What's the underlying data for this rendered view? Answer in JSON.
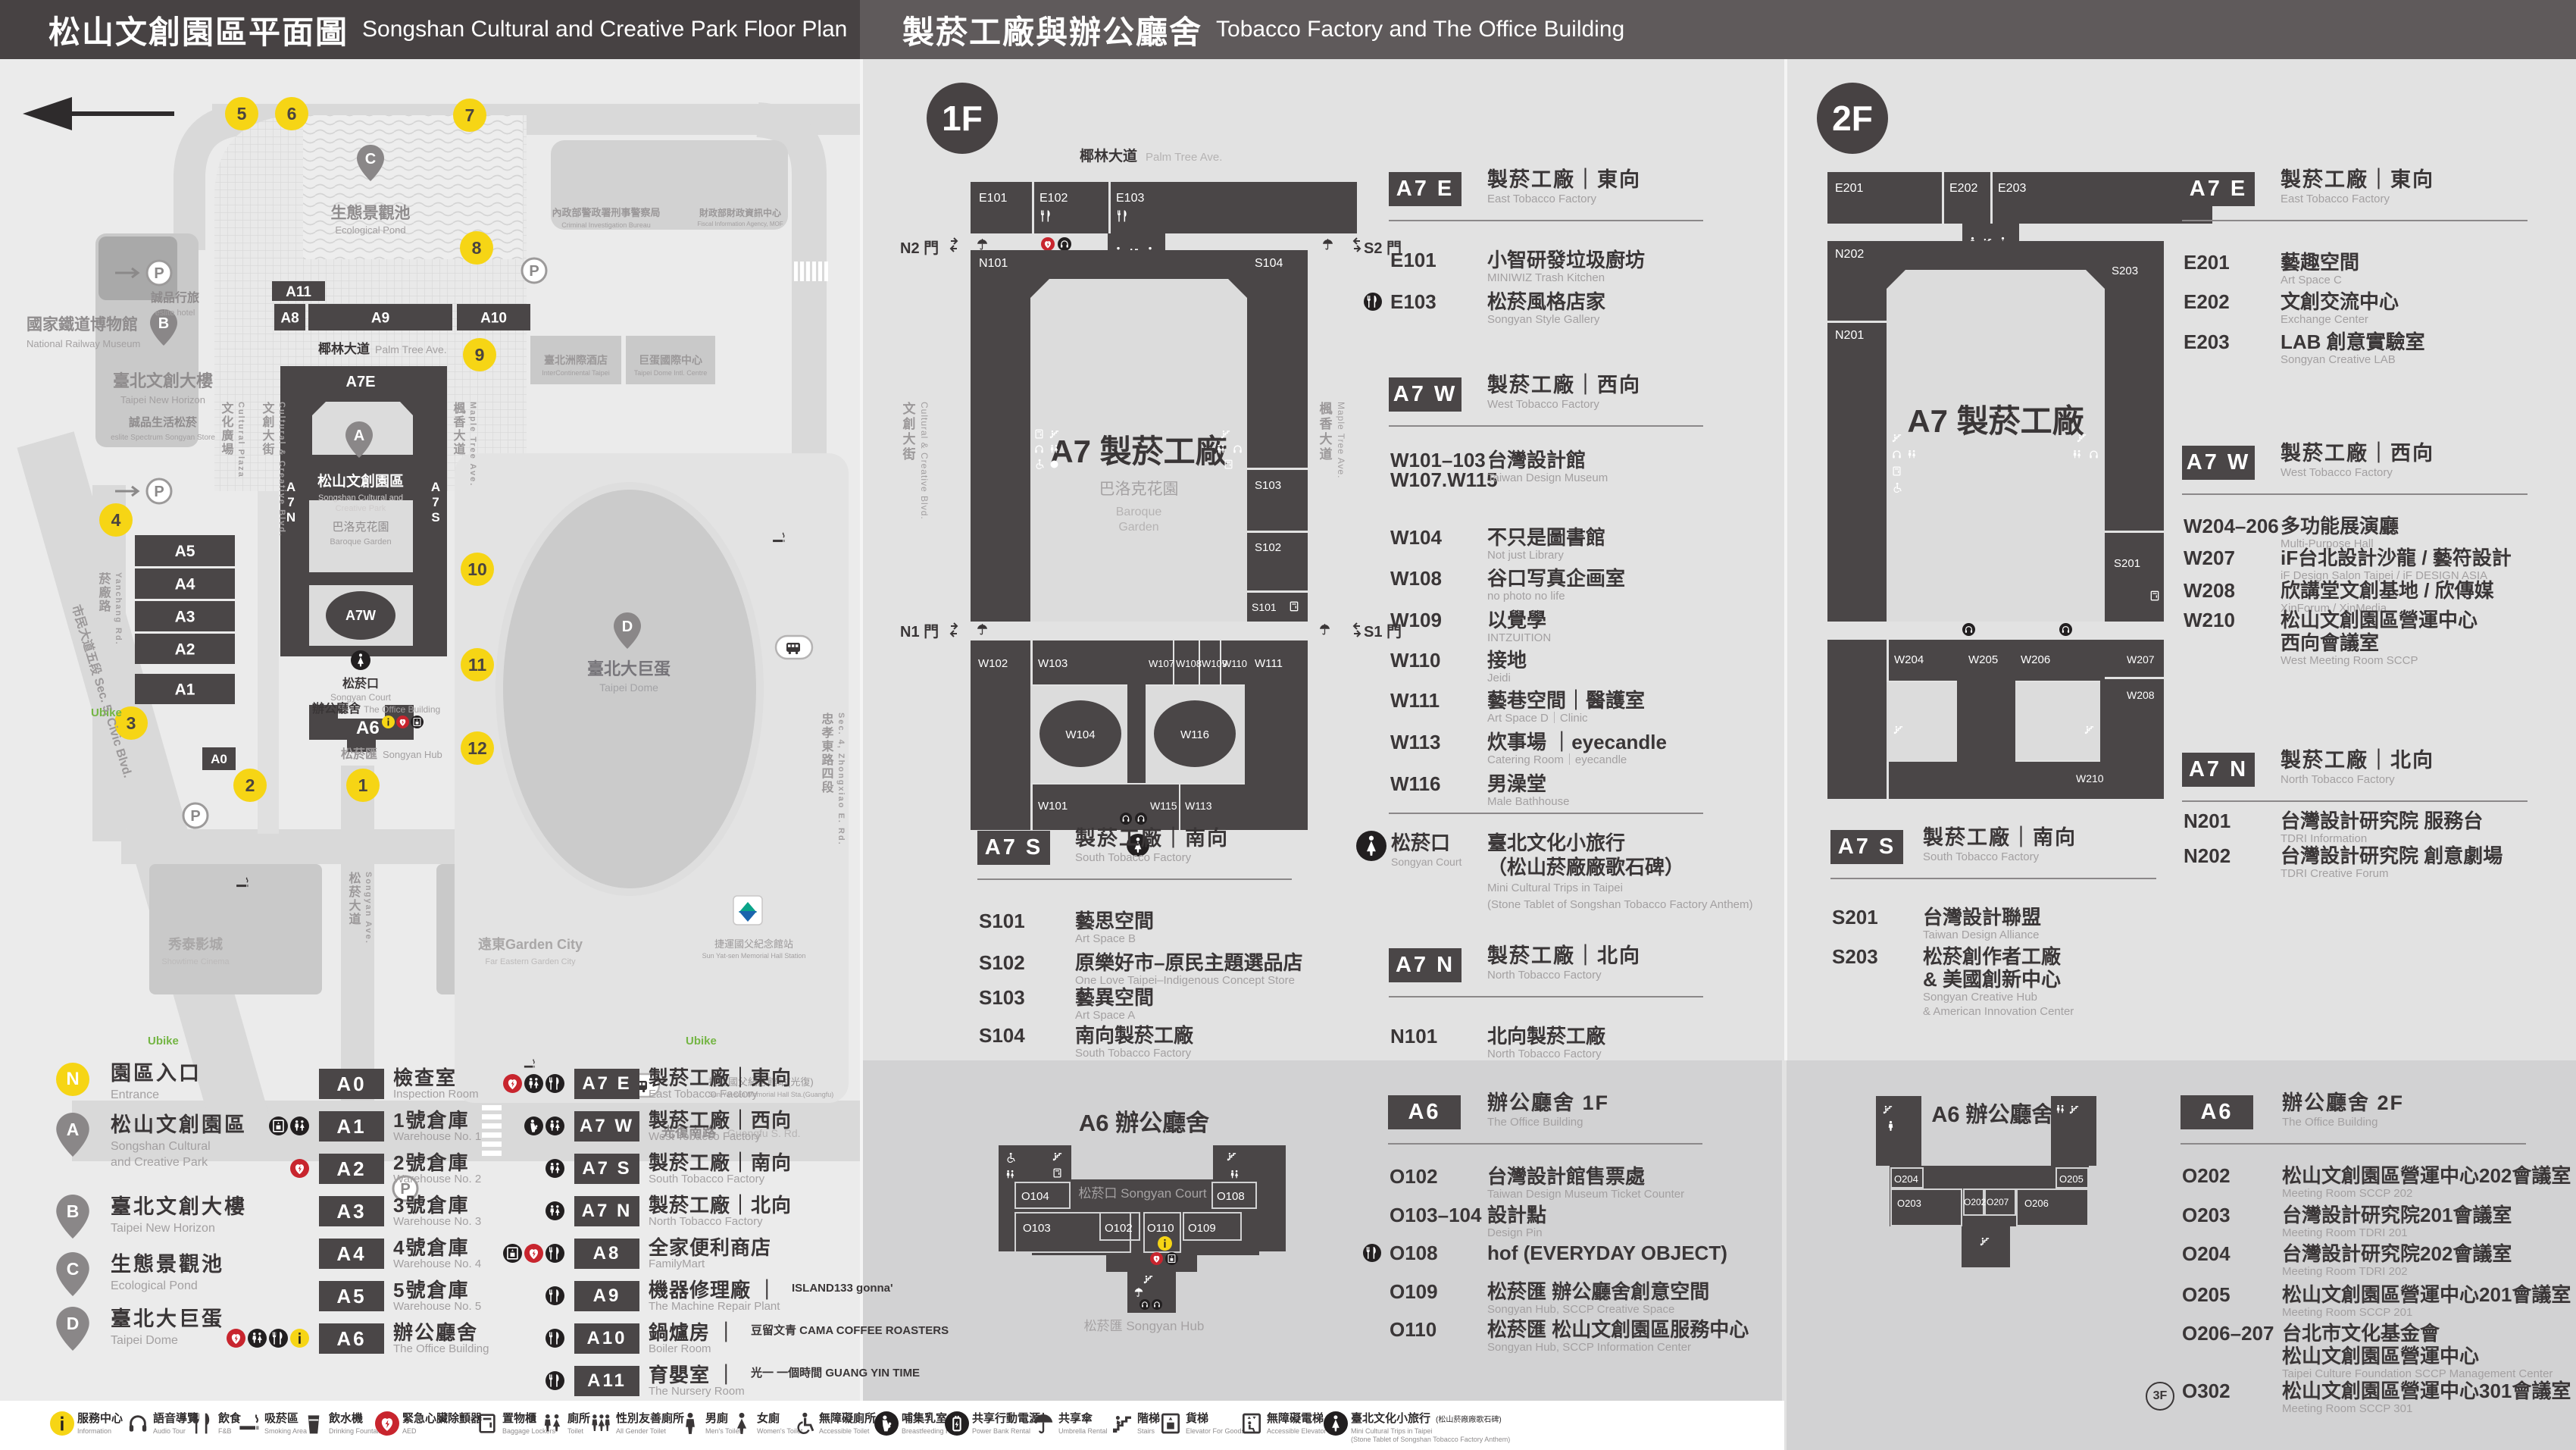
{
  "header": {
    "left_title": "松山文創園區平面圖",
    "left_subtitle": "Songshan Cultural and Creative Park Floor Plan",
    "right_title": "製菸工廠與辦公廳舍",
    "right_subtitle": "Tobacco Factory and The Office Building"
  },
  "map": {
    "railway_museum_cjk": "國家鐵道博物館",
    "railway_museum_en": "National Railway Museum",
    "eslite_hotel_cjk": "誠品行旅",
    "eslite_hotel_en": "eslite hotel",
    "new_horizon_cjk": "臺北文創大樓",
    "new_horizon_en": "Taipei New Horizon",
    "eslite_spectrum_cjk": "誠品生活松菸",
    "eslite_spectrum_en": "eslite Spectrum Songyan Store",
    "pond_cjk": "生態景觀池",
    "pond_en": "Ecological Pond",
    "cib_cjk": "內政部警政署刑事警察局",
    "cib_en": "Criminal Investigation Bureau",
    "fia_cjk": "財政部財政資訊中心",
    "fia_en": "Fiscal Information Agency, MOF",
    "intercontinental_cjk": "臺北洲際酒店",
    "intercontinental_en": "InterContinental Taipei",
    "dome_intl_cjk": "巨蛋國際中心",
    "dome_intl_en": "Taipei Dome Intl. Centre",
    "palm_ave_cjk": "椰林大道",
    "palm_ave_en": "Palm Tree Ave.",
    "plaza_cjk": "文化廣場",
    "plaza_en": "Cultural Plaza",
    "ccblvd_cjk": "文創大街",
    "ccblvd_en": "Cultural & Creative Blvd.",
    "park_cjk": "松山文創園區",
    "park_en1": "Songshan Cultural and",
    "park_en2": "Creative Park",
    "baroque_cjk": "巴洛克花園",
    "baroque_en": "Baroque Garden",
    "court_cjk": "松菸口",
    "court_en": "Songyan Court",
    "office_cjk": "辦公廳舍",
    "office_en": "The Office Building",
    "hub_cjk": "松菸匯",
    "hub_en": "Songyan Hub",
    "maple_cjk": "楓香大道",
    "maple_en": "Maple Tree Ave.",
    "yanchang_cjk": "菸廠路",
    "yanchang_en": "Yanchang Rd.",
    "civic_cjk": "市民大道五段",
    "civic_en": "Sec. 5, Civic Blvd.",
    "songyan_ave_cjk": "松菸大道",
    "songyan_ave_en": "Songyan Ave.",
    "dome_cjk": "臺北大巨蛋",
    "dome_en": "Taipei Dome",
    "showtime_cjk": "秀泰影城",
    "showtime_en": "Showtime Cinema",
    "garden_city_cjk": "遠東Garden City",
    "garden_city_en": "Far Eastern Garden City",
    "guangfu_cjk": "光復南路",
    "guangfu_en": "Guangfu S. Rd.",
    "zhongxiao_cjk": "忠孝東路四段",
    "zhongxiao_en": "Sec. 4, Zhongxiao E. Rd.",
    "mrt_cjk": "捷運國父紀念館站",
    "mrt_en": "Sun Yat-sen Memorial Hall Station",
    "busstop_cjk": "捷運國父紀念館站(光復)",
    "busstop_en": "Sun Yat-sen Memorial Hall Sta.(Guangfu)",
    "ubike": "Ubike",
    "stops": [
      "1",
      "2",
      "3",
      "4",
      "5",
      "6",
      "7",
      "8",
      "9",
      "10",
      "11",
      "12"
    ],
    "pins": {
      "a": "A",
      "b": "B",
      "c": "C",
      "d": "D"
    },
    "blocks": {
      "a0": "A0",
      "a1": "A1",
      "a2": "A2",
      "a3": "A3",
      "a4": "A4",
      "a5": "A5",
      "a6": "A6",
      "a7e": "A7E",
      "a7w": "A7W",
      "a7n": "A7N",
      "a7s": "A7S",
      "a8": "A8",
      "a9": "A9",
      "a10": "A10",
      "a11": "A11"
    }
  },
  "floor1": {
    "badge": "1F",
    "plan": {
      "street_top_cjk": "椰林大道",
      "street_top_en": "Palm Tree Ave.",
      "street_left_cjk": "文創大街",
      "street_left_en": "Cultural & Creative Blvd.",
      "street_right_cjk": "楓香大道",
      "street_right_en": "Maple Tree Ave.",
      "gate_n2": "N2 門",
      "gate_s2": "S2 門",
      "gate_n1": "N1 門",
      "gate_s1": "S1 門",
      "center": "A7 製菸工廠",
      "garden": "巴洛克花園",
      "garden_en1": "Baroque",
      "garden_en2": "Garden",
      "rooms": {
        "E101": "E101",
        "E102": "E102",
        "E103": "E103",
        "N101": "N101",
        "S104": "S104",
        "S103": "S103",
        "S102": "S102",
        "S101": "S101",
        "W102": "W102",
        "W103": "W103",
        "W107": "W107",
        "W108": "W108",
        "W109": "W109",
        "W110": "W110",
        "W111": "W111",
        "W104": "W104",
        "W116": "W116",
        "W101": "W101",
        "W115": "W115",
        "W113": "W113"
      }
    },
    "a7e": {
      "badge": "A7 E",
      "title": "製菸工廠｜東向",
      "subtitle": "East Tobacco Factory",
      "rows": [
        {
          "code": "E101",
          "name": "小智研發垃圾廚坊",
          "en": "MINIWIZ Trash Kitchen"
        },
        {
          "code": "E103",
          "name": "松菸風格店家",
          "en": "Songyan Style Gallery",
          "icon": "fork"
        }
      ]
    },
    "a7w": {
      "badge": "A7 W",
      "title": "製菸工廠｜西向",
      "subtitle": "West Tobacco Factory",
      "rows": [
        {
          "code": "W101–103",
          "code2": "W107.W115",
          "name": "台灣設計館",
          "en": "Taiwan Design Museum"
        },
        {
          "code": "W104",
          "name": "不只是圖書館",
          "en": "Not just Library"
        },
        {
          "code": "W108",
          "name": "谷口写真企画室",
          "en": "no photo no life"
        },
        {
          "code": "W109",
          "name": "以覺學",
          "en": "INTZUITION"
        },
        {
          "code": "W110",
          "name": "接地",
          "en": "Jeidi"
        },
        {
          "code": "W111",
          "name": "藝巷空間｜醫護室",
          "en": "Art Space D｜Clinic"
        },
        {
          "code": "W113",
          "name": "炊事場 ｜eyecandle",
          "en": "Catering Room｜eyecandle"
        },
        {
          "code": "W116",
          "name": "男澡堂",
          "en": "Male Bathhouse"
        }
      ]
    },
    "court": {
      "code": "松菸口",
      "code_en": "Songyan Court",
      "name1": "臺北文化小旅行",
      "name2": "（松山菸廠廠歌石碑）",
      "en1": "Mini Cultural Trips in Taipei",
      "en2": "(Stone Tablet of Songshan Tobacco Factory Anthem)"
    },
    "a7n": {
      "badge": "A7 N",
      "title": "製菸工廠｜北向",
      "subtitle": "North Tobacco Factory",
      "rows": [
        {
          "code": "N101",
          "name": "北向製菸工廠",
          "en": "North Tobacco Factory"
        }
      ]
    },
    "a7s": {
      "badge": "A7 S",
      "title": "製菸工廠｜南向",
      "subtitle": "South Tobacco Factory",
      "rows": [
        {
          "code": "S101",
          "name": "藝思空間",
          "en": "Art Space B"
        },
        {
          "code": "S102",
          "name": "原樂好市–原民主題選品店",
          "en": "One Love Taipei–Indigenous Concept Store"
        },
        {
          "code": "S103",
          "name": "藝異空間",
          "en": "Art Space A"
        },
        {
          "code": "S104",
          "name": "南向製菸工廠",
          "en": "South Tobacco Factory"
        }
      ]
    },
    "a6": {
      "plan_title": "A6 辦公廳舍",
      "court": "松菸口 Songyan Court",
      "hub": "松菸匯 Songyan Hub",
      "rooms": {
        "O104": "O104",
        "O103": "O103",
        "O102": "O102",
        "O110": "O110",
        "O109": "O109",
        "O108": "O108"
      },
      "badge": "A6",
      "title": "辦公廳舍 1F",
      "subtitle": "The Office Building",
      "rows": [
        {
          "code": "O102",
          "name": "台灣設計館售票處",
          "en": "Taiwan Design Museum Ticket Counter"
        },
        {
          "code": "O103–104",
          "name": "設計點",
          "en": "Design Pin"
        },
        {
          "code": "O108",
          "name": "hof (EVERYDAY OBJECT)",
          "en": "",
          "icon": "fork"
        },
        {
          "code": "O109",
          "name": "松菸匯 辦公廳舍創意空間",
          "en": "Songyan Hub, SCCP Creative Space"
        },
        {
          "code": "O110",
          "name": "松菸匯 松山文創園區服務中心",
          "en": "Songyan Hub, SCCP Information Center"
        }
      ]
    }
  },
  "floor2": {
    "badge": "2F",
    "plan": {
      "center": "A7 製菸工廠",
      "rooms": {
        "E201": "E201",
        "E202": "E202",
        "E203": "E203",
        "N202": "N202",
        "N201": "N201",
        "S203": "S203",
        "S201": "S201",
        "W204": "W204",
        "W205": "W205",
        "W206": "W206",
        "W207": "W207",
        "W208": "W208",
        "W210": "W210"
      }
    },
    "a7e": {
      "badge": "A7 E",
      "title": "製菸工廠｜東向",
      "subtitle": "East Tobacco Factory",
      "rows": [
        {
          "code": "E201",
          "name": "藝趣空間",
          "en": "Art Space C"
        },
        {
          "code": "E202",
          "name": "文創交流中心",
          "en": "Exchange Center"
        },
        {
          "code": "E203",
          "name": "LAB 創意實驗室",
          "en": "Songyan Creative LAB"
        }
      ]
    },
    "a7w": {
      "badge": "A7 W",
      "title": "製菸工廠｜西向",
      "subtitle": "West Tobacco Factory",
      "rows": [
        {
          "code": "W204–206",
          "name": "多功能展演廳",
          "en": "Multi-Purpose Hall"
        },
        {
          "code": "W207",
          "name": "iF台北設計沙龍 / 藝符設計",
          "en": "iF Design Salon Taipei / iF DESIGN ASIA"
        },
        {
          "code": "W208",
          "name": "欣講堂文創基地 / 欣傳媒",
          "en": "XinForum / XinMedia"
        },
        {
          "code": "W210",
          "name": "松山文創園區營運中心",
          "name2": "西向會議室",
          "en": "West Meeting Room SCCP"
        }
      ]
    },
    "a7s": {
      "badge": "A7 S",
      "title": "製菸工廠｜南向",
      "subtitle": "South Tobacco Factory",
      "rows": [
        {
          "code": "S201",
          "name": "台灣設計聯盟",
          "en": "Taiwan Design Alliance"
        },
        {
          "code": "S203",
          "name": "松菸創作者工廠",
          "name2": "& 美國創新中心",
          "en": "Songyan Creative Hub",
          "en2": "& American Innovation Center"
        }
      ]
    },
    "a7n": {
      "badge": "A7 N",
      "title": "製菸工廠｜北向",
      "subtitle": "North Tobacco Factory",
      "rows": [
        {
          "code": "N201",
          "name": "台灣設計研究院 服務台",
          "en": "TDRI Information"
        },
        {
          "code": "N202",
          "name": "台灣設計研究院 創意劇場",
          "en": "TDRI Creative Forum"
        }
      ]
    },
    "a6": {
      "plan_title": "A6 辦公廳舍",
      "rooms": {
        "O204": "O204",
        "O203": "O203",
        "O202": "O202",
        "O207": "O207",
        "O206": "O206",
        "O205": "O205"
      },
      "badge": "A6",
      "title": "辦公廳舍 2F",
      "subtitle": "The Office Building",
      "rows": [
        {
          "code": "O202",
          "name": "松山文創園區營運中心202會議室",
          "en": "Meeting Room SCCP 202"
        },
        {
          "code": "O203",
          "name": "台灣設計研究院201會議室",
          "en": "Meeting Room TDRI 201"
        },
        {
          "code": "O204",
          "name": "台灣設計研究院202會議室",
          "en": "Meeting Room TDRI 202"
        },
        {
          "code": "O205",
          "name": "松山文創園區營運中心201會議室",
          "en": "Meeting Room SCCP 201"
        },
        {
          "code": "O206–207",
          "name": "台北市文化基金會",
          "name2": "松山文創園區營運中心",
          "en": "Taipei Culture Foundation SCCP Management Center"
        },
        {
          "code": "O302",
          "name": "松山文創園區營運中心301會議室",
          "en": "Meeting Room SCCP 301",
          "badge3f": "3F"
        }
      ]
    }
  },
  "legend": {
    "entrance": {
      "letter": "N",
      "cjk": "園區入口",
      "en": "Entrance"
    },
    "pins": [
      {
        "letter": "A",
        "cjk": "松山文創園區",
        "en1": "Songshan Cultural",
        "en2": "and Creative Park"
      },
      {
        "letter": "B",
        "cjk": "臺北文創大樓",
        "en1": "Taipei New Horizon"
      },
      {
        "letter": "C",
        "cjk": "生態景觀池",
        "en1": "Ecological Pond"
      },
      {
        "letter": "D",
        "cjk": "臺北大巨蛋",
        "en1": "Taipei Dome"
      }
    ],
    "col2": [
      {
        "badge": "A0",
        "cjk": "檢查室",
        "en": "Inspection Room",
        "icons": []
      },
      {
        "badge": "A1",
        "cjk": "1號倉庫",
        "en": "Warehouse No. 1",
        "icons": [
          "goodslift",
          "toilet"
        ]
      },
      {
        "badge": "A2",
        "cjk": "2號倉庫",
        "en": "Warehouse No. 2",
        "icons": [
          "aed"
        ]
      },
      {
        "badge": "A3",
        "cjk": "3號倉庫",
        "en": "Warehouse No. 3",
        "icons": []
      },
      {
        "badge": "A4",
        "cjk": "4號倉庫",
        "en": "Warehouse No. 4",
        "icons": []
      },
      {
        "badge": "A5",
        "cjk": "5號倉庫",
        "en": "Warehouse No. 5",
        "icons": []
      },
      {
        "badge": "A6",
        "cjk": "辦公廳舍",
        "en": "The Office Building",
        "icons": [
          "aed",
          "toilet",
          "fork",
          "info"
        ]
      }
    ],
    "col3": [
      {
        "badge": "A7 E",
        "cjk": "製菸工廠｜東向",
        "en": "East Tobacco Factory",
        "icons": [
          "aed",
          "toilet",
          "fork"
        ]
      },
      {
        "badge": "A7 W",
        "cjk": "製菸工廠｜西向",
        "en": "West Tobacco Factory",
        "icons": [
          "nursing",
          "toilet"
        ]
      },
      {
        "badge": "A7 S",
        "cjk": "製菸工廠｜南向",
        "en": "South Tobacco Factory",
        "icons": [
          "toilet"
        ]
      },
      {
        "badge": "A7 N",
        "cjk": "製菸工廠｜北向",
        "en": "North Tobacco Factory",
        "icons": [
          "toilet"
        ]
      },
      {
        "badge": "A8",
        "cjk": "全家便利商店",
        "en": "FamilyMart",
        "icons": [
          "goodslift",
          "aed",
          "fork"
        ]
      },
      {
        "badge": "A9",
        "cjk": "機器修理廠 ｜",
        "brand": "ISLAND133 gonna'",
        "en": "The Machine Repair Plant",
        "icons": [
          "fork"
        ]
      },
      {
        "badge": "A10",
        "cjk": "鍋爐房 ｜",
        "brand": "豆留文青 CAMA COFFEE ROASTERS",
        "en": "Boiler Room",
        "icons": [
          "fork"
        ]
      },
      {
        "badge": "A11",
        "cjk": "育嬰室 ｜",
        "brand": "光一 一個時間 GUANG YIN TIME",
        "en": "The Nursery Room",
        "icons": [
          "fork"
        ]
      }
    ]
  },
  "iconbar": [
    {
      "icon": "info",
      "v": "yl",
      "cjk": "服務中心",
      "en": "Information"
    },
    {
      "icon": "audio",
      "v": "dk",
      "cjk": "語音導覽",
      "en": "Audio Tour"
    },
    {
      "icon": "fork",
      "v": "dk",
      "cjk": "飲食",
      "en": "F&B"
    },
    {
      "icon": "smoking",
      "v": "dk",
      "cjk": "吸菸區",
      "en": "Smoking Area"
    },
    {
      "icon": "water",
      "v": "dk",
      "cjk": "飲水機",
      "en": "Drinking Fountain"
    },
    {
      "icon": "aed",
      "v": "rd",
      "cjk": "緊急心臟除顫器",
      "en": "AED"
    },
    {
      "icon": "locker",
      "v": "dk",
      "cjk": "置物櫃",
      "en": "Baggage Lockers"
    },
    {
      "icon": "toilet",
      "v": "dk",
      "cjk": "廁所",
      "en": "Toilet"
    },
    {
      "icon": "allgender",
      "v": "dk",
      "cjk": "性別友善廁所",
      "en": "All Gender Toilet"
    },
    {
      "icon": "man",
      "v": "dk",
      "cjk": "男廁",
      "en": "Men's Toilet"
    },
    {
      "icon": "woman",
      "v": "dk",
      "cjk": "女廁",
      "en": "Women's Toilet"
    },
    {
      "icon": "wheelchair",
      "v": "dk",
      "cjk": "無障礙廁所",
      "en": "Accessible Toilet"
    },
    {
      "icon": "nursing",
      "v": "dc",
      "cjk": "哺集乳室",
      "en": "Breastfeeding Room"
    },
    {
      "icon": "powerbank",
      "v": "dc",
      "cjk": "共享行動電源",
      "en": "Power Bank Rental"
    },
    {
      "icon": "umbrella",
      "v": "dk",
      "cjk": "共享傘",
      "en": "Umbrella Rental"
    },
    {
      "icon": "stairs",
      "v": "dk",
      "cjk": "階梯",
      "en": "Stairs"
    },
    {
      "icon": "goodslift",
      "v": "dk",
      "cjk": "貨梯",
      "en": "Elevator For Goods"
    },
    {
      "icon": "acclift",
      "v": "dk",
      "cjk": "無障礙電梯",
      "en": "Accessible Elevator"
    },
    {
      "icon": "court",
      "v": "dc",
      "cjk": "臺北文化小旅行",
      "cjk2": "(松山菸廠廠歌石碑)",
      "en": "Mini Cultural Trips in Taipei",
      "en2": "(Stone Tablet of Songshan Tobacco Factory Anthem)"
    }
  ]
}
